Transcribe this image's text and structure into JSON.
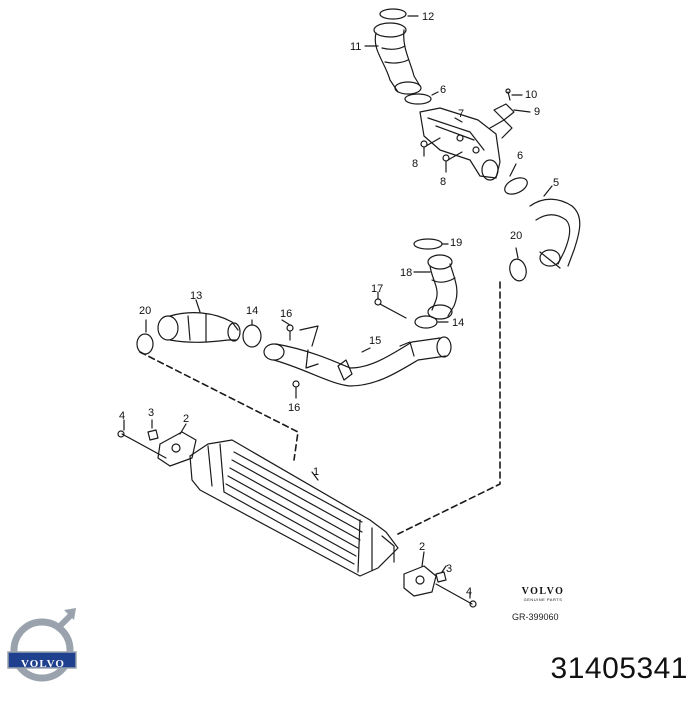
{
  "callouts": {
    "c1": "1",
    "c2a": "2",
    "c2b": "2",
    "c3a": "3",
    "c3b": "3",
    "c4a": "4",
    "c4b": "4",
    "c5": "5",
    "c6a": "6",
    "c6b": "6",
    "c7": "7",
    "c8a": "8",
    "c8b": "8",
    "c9": "9",
    "c10": "10",
    "c11": "11",
    "c12": "12",
    "c13": "13",
    "c14a": "14",
    "c14b": "14",
    "c15": "15",
    "c16a": "16",
    "c16b": "16",
    "c17": "17",
    "c18": "18",
    "c19": "19",
    "c20a": "20",
    "c20b": "20"
  },
  "brand_box": {
    "name": "VOLVO",
    "sub": "GENUINE PARTS",
    "ref": "GR-399060"
  },
  "logo": {
    "text": "VOLVO"
  },
  "part_number": "31405341",
  "colors": {
    "line": "#1a1a1a",
    "logo_blue": "#1f3f8f",
    "logo_ring": "#9aa3ad"
  }
}
